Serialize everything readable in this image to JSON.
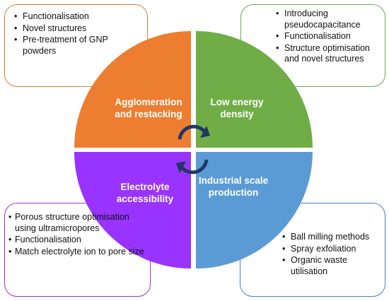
{
  "quadrants": {
    "top_left": {
      "label": "Agglomeration and restacking",
      "color": "#ed7d31"
    },
    "top_right": {
      "label": "Low energy density",
      "color": "#70ad47"
    },
    "bottom_left": {
      "label": "Electrolyte accessibility",
      "color": "#9933ff"
    },
    "bottom_right": {
      "label": "Industrial scale production",
      "color": "#5b9bd5"
    }
  },
  "boxes": {
    "top_left": [
      "Functionalisation",
      "Novel structures",
      "Pre-treatment of GNP powders"
    ],
    "top_right": [
      "Introducing pseudocapacitance",
      "Functionalisation",
      "Structure optimisation and novel structures"
    ],
    "bottom_left": [
      "Porous structure optimisation using ultramicropores",
      "Functionalisation",
      "Match electrolyte ion to pore size"
    ],
    "bottom_right": [
      "Ball milling methods",
      "Spray exfoliation",
      "Organic waste utilisation"
    ]
  },
  "cycle_arrow_color": "#1f3864",
  "icons": [
    "cycle-arrows-icon"
  ]
}
